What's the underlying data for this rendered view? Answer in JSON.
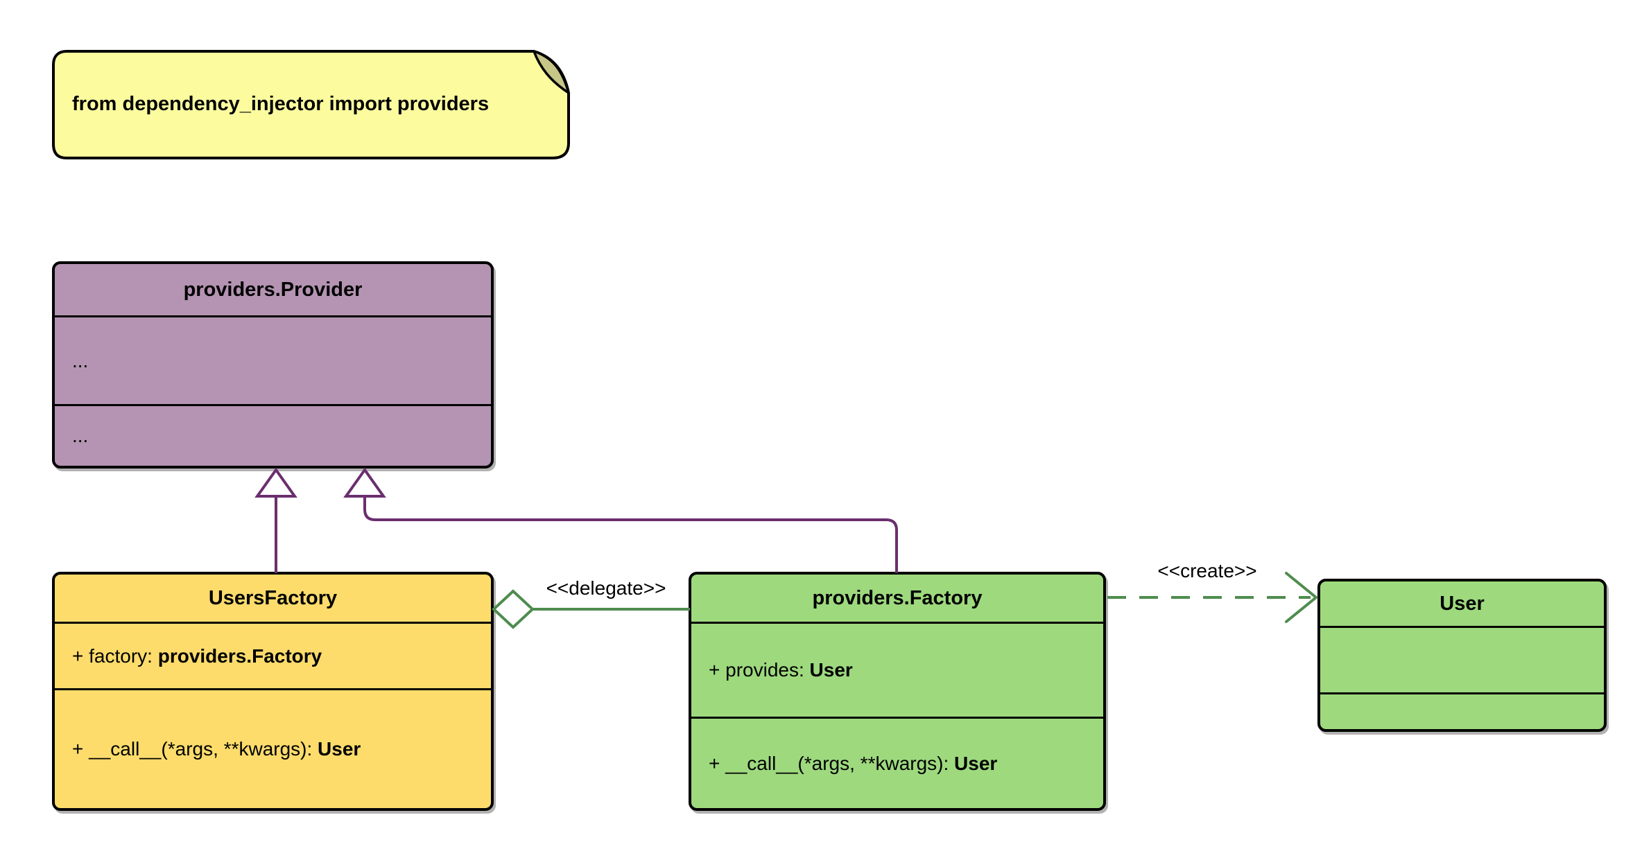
{
  "note": {
    "text": "from dependency_injector import providers"
  },
  "classes": {
    "provider": {
      "title": "providers.Provider",
      "attr_plain": "...",
      "attr_bold": "",
      "method_plain": "...",
      "method_bold": ""
    },
    "users_factory": {
      "title": "UsersFactory",
      "attr_plain": "+ factory: ",
      "attr_bold": "providers.Factory",
      "method_plain": "+ __call__(*args, **kwargs): ",
      "method_bold": "User"
    },
    "factory": {
      "title": "providers.Factory",
      "attr_plain": "+ provides: ",
      "attr_bold": "User",
      "method_plain": "+ __call__(*args, **kwargs): ",
      "method_bold": "User"
    },
    "user": {
      "title": "User",
      "attr_plain": "",
      "attr_bold": "",
      "method_plain": "",
      "method_bold": ""
    }
  },
  "relations": {
    "delegate_label": "<<delegate>>",
    "create_label": "<<create>>"
  },
  "colors": {
    "background": "#ffffff",
    "note_fill": "#FCFC9F",
    "note_fold_fill": "#C6C687",
    "provider_fill": "#B494B2",
    "users_factory_fill": "#FDDC6C",
    "factory_fill": "#9ED97E",
    "user_fill": "#9ED97E",
    "inheritance_line": "#6B2E6E",
    "relation_line": "#4E8C4E",
    "border": "#000000",
    "text": "#000000"
  }
}
